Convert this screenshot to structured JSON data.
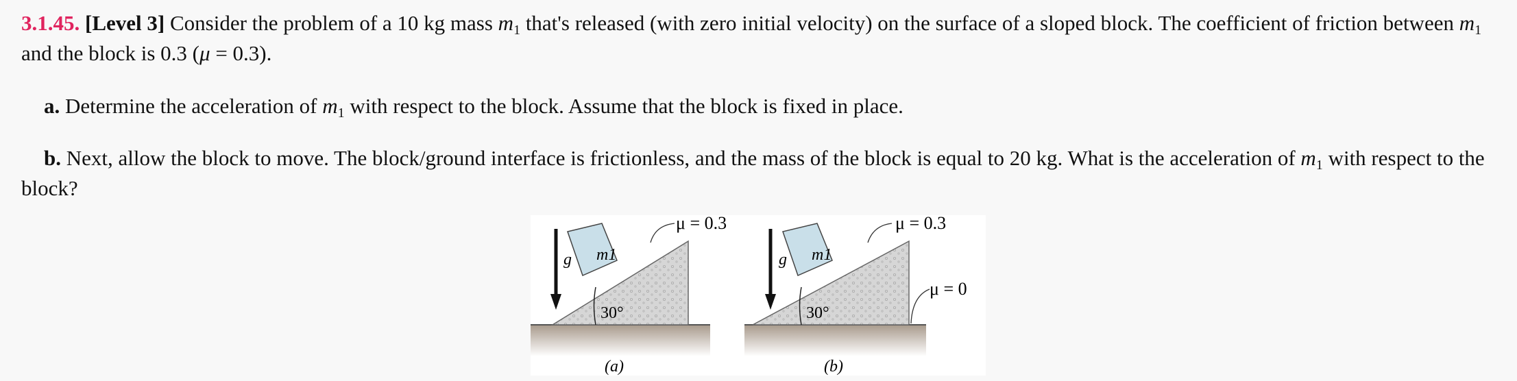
{
  "problem": {
    "number": "3.1.45.",
    "level": "[Level 3]",
    "intro_1": " Consider the problem of a 10 kg mass ",
    "m": "m",
    "sub": "1",
    "intro_2": " that's released (with zero initial velocity) on the surface of a sloped block. The coefficient of friction between ",
    "intro_3": " and the block is 0.3 (",
    "mu": "μ",
    "intro_4": " = 0.3)."
  },
  "part_a": {
    "label": "a.",
    "text_1": " Determine the acceleration of ",
    "text_2": " with respect to the block. Assume that the block is fixed in place."
  },
  "part_b": {
    "label": "b.",
    "text_1": " Next, allow the block to move. The block/ground interface is frictionless, and the mass of the block is equal to 20 kg. What is the acceleration of ",
    "text_2": " with respect to the block?"
  },
  "figure": {
    "panel_a": {
      "caption": "(a)",
      "mu_top": "μ = 0.3",
      "angle": "30°",
      "gravity": "g",
      "mass": "m1"
    },
    "panel_b": {
      "caption": "(b)",
      "mu_top": "μ = 0.3",
      "mu_ground": "μ = 0",
      "angle": "30°",
      "gravity": "g",
      "mass": "m1"
    },
    "colors": {
      "block": "#c9dfe9",
      "wedge": "#d9d9d9",
      "ground_top": "#a89a8c",
      "ground_bottom": "#ffffff"
    }
  }
}
